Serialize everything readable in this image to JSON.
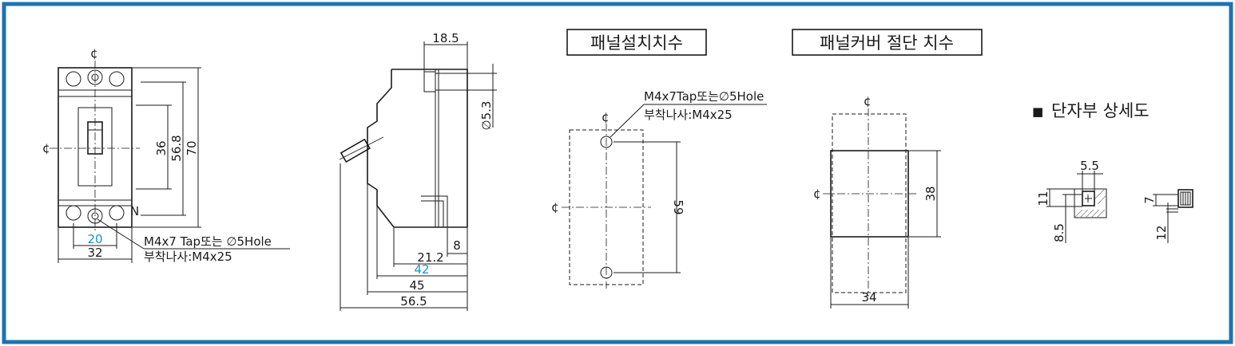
{
  "colors": {
    "frame": "#1b74b4",
    "accent_dim": "#1596c8",
    "line": "#1a1a1a"
  },
  "front_view": {
    "centerline_mark": "¢",
    "dim_20": "20",
    "dim_32": "32",
    "dim_36": "36",
    "dim_56_8": "56.8",
    "dim_70": "70",
    "n_label": "N",
    "note_line1": "M4x7  Tap또는 ∅5Hole",
    "note_line2": "부착나사:M4x25"
  },
  "side_view": {
    "dim_18_5": "18.5",
    "dim_5_3": "∅5.3",
    "dim_8": "8",
    "dim_21_2": "21.2",
    "dim_42": "42",
    "dim_45": "45",
    "dim_56_5": "56.5"
  },
  "panel_install": {
    "title": "패널설치치수",
    "note_line1": "M4x7Tap또는∅5Hole",
    "note_line2": "부착나사:M4x25",
    "centerline_mark": "¢",
    "dim_59": "59"
  },
  "panel_cover": {
    "title": "패널커버 절단 치수",
    "centerline_mark": "¢",
    "dim_38": "38",
    "dim_34": "34"
  },
  "terminal_detail": {
    "title": "단자부 상세도",
    "bullet": "■",
    "dim_5_5": "5.5",
    "dim_11": "11",
    "dim_8_5": "8.5",
    "dim_7": "7",
    "dim_12": "12"
  }
}
